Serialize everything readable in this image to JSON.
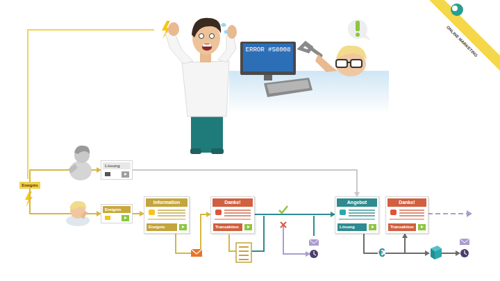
{
  "diagram": {
    "nodes": [
      {
        "text": [
          "Ereignis"
        ]
      },
      {
        "text": [
          "Lösung"
        ]
      },
      {
        "text": [
          "Ereignis"
        ]
      },
      {
        "text": [
          "Information",
          "Ereignis"
        ]
      },
      {
        "text": [
          "Danke!",
          "Transaktion"
        ]
      },
      {
        "text": [
          "Angebot",
          "Lösung"
        ]
      },
      {
        "text": [
          "Danke!",
          "Transaktion"
        ]
      }
    ],
    "edges": [
      {
        "from": 0,
        "to": 1,
        "arrow": "to"
      },
      {
        "from": 0,
        "to": 2,
        "arrow": "to"
      },
      {
        "from": 1,
        "to": 5,
        "arrow": "to"
      },
      {
        "from": 2,
        "to": 3,
        "arrow": "to"
      },
      {
        "from": 3,
        "to": 4,
        "arrow": "to"
      },
      {
        "from": 4,
        "to": 5,
        "arrow": "to"
      },
      {
        "from": 5,
        "to": 6,
        "arrow": "to"
      }
    ],
    "labels": [
      "ERROR #58008",
      "€",
      "ONLINE MARKETING"
    ]
  }
}
